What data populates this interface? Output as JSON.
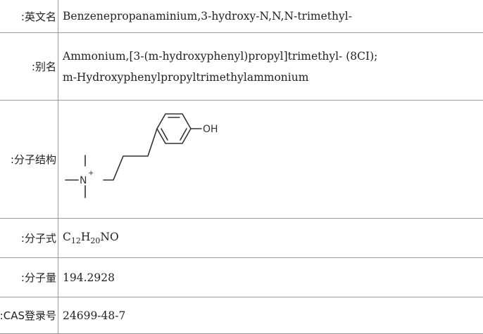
{
  "rows": {
    "english_name": {
      "label": "英文名:",
      "value": "Benzenepropanaminium,3-hydroxy-N,N,N-trimethyl-"
    },
    "aliases": {
      "label": "别名:",
      "values": [
        "Ammonium,[3-(m-hydroxyphenyl)propyl]trimethyl- (8CI);",
        "m-Hydroxyphenylpropyltrimethylammonium"
      ]
    },
    "structure": {
      "label": "分子结构:",
      "atom_oh": "OH",
      "atom_n": "N",
      "charge": "+"
    },
    "formula": {
      "label": "分子式:",
      "c": "C",
      "c_count": "12",
      "h": "H",
      "h_count": "20",
      "rest": "NO"
    },
    "mol_weight": {
      "label": "分子量:",
      "value": "194.2928"
    },
    "cas": {
      "label": "CAS登录号:",
      "value": "24699-48-7"
    }
  }
}
